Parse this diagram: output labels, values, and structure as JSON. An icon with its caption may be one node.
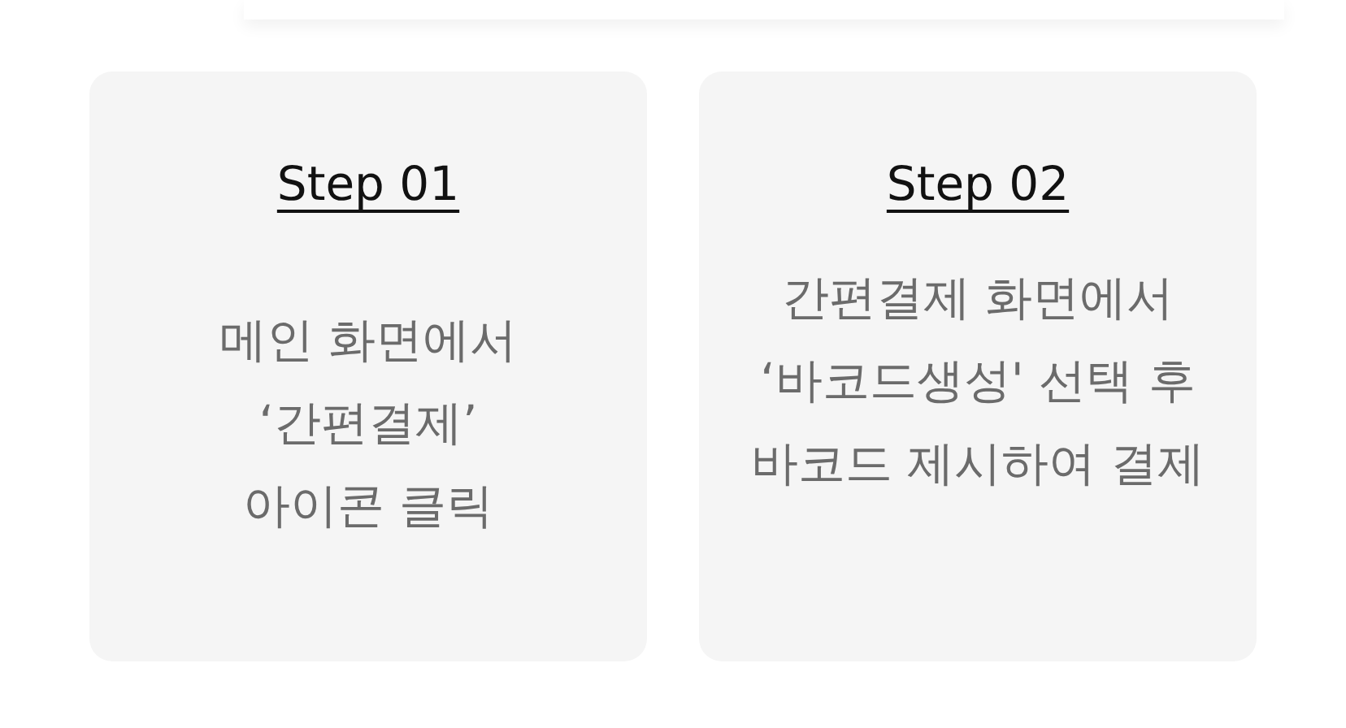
{
  "diagram": {
    "nodes": [
      {
        "text": [
          "Step 01",
          "메인 화면에서 ‘간편결제’ 아이콘 클릭"
        ]
      },
      {
        "text": [
          "Step 02",
          "간편결제 화면에서 ‘바코드생성' 선택 후 바코드 제시하여 결제"
        ]
      }
    ]
  }
}
